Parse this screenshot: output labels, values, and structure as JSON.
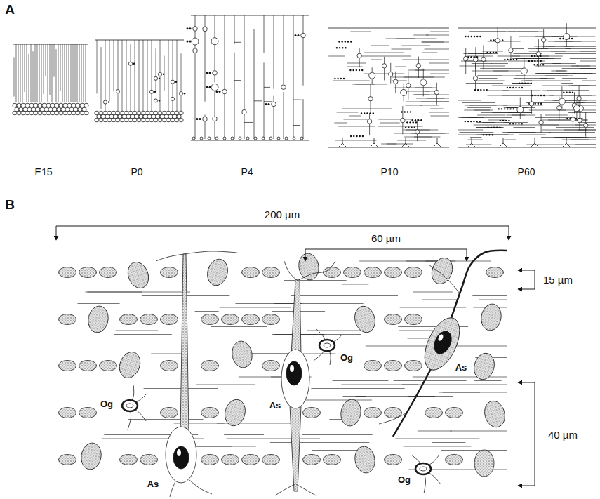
{
  "diagram": {
    "labels": [
      "A",
      "E15",
      "P0",
      "P4",
      "P10",
      "P60",
      "B",
      "200 µm",
      "60 µm",
      "15 µm",
      "Og",
      "As",
      "Og",
      "As",
      "40 µm",
      "As",
      "Og"
    ]
  }
}
